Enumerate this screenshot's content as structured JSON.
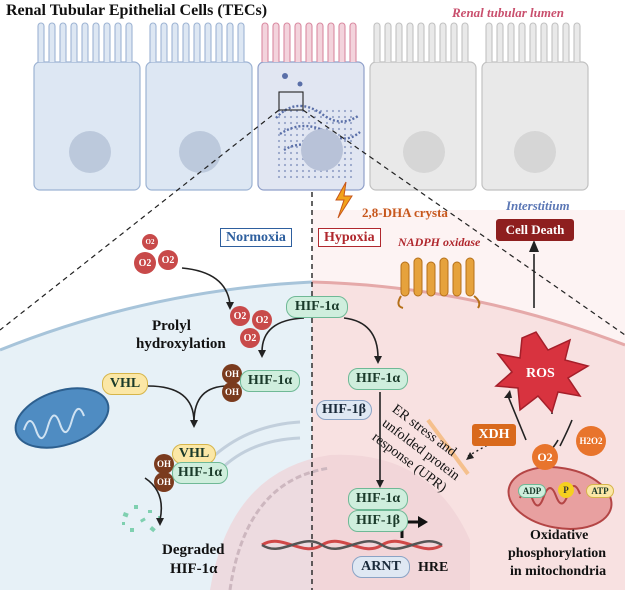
{
  "header": {
    "title": "Renal Tubular Epithelial Cells (TECs)",
    "lumen_label": "Renal tubular lumen",
    "interstitium_label": "Interstitium"
  },
  "trigger": {
    "label": "2,8-DHA crysta"
  },
  "normoxia": {
    "panel_label": "Normoxia",
    "process_label_line1": "Prolyl",
    "process_label_line2": "hydroxylation",
    "oxygen_label": "O2",
    "hif1a": "HIF-1α",
    "hydroxyl": "OH",
    "vhl": "VHL",
    "degraded_line1": "Degraded",
    "degraded_line2": "HIF-1α"
  },
  "hypoxia": {
    "panel_label": "Hypoxia",
    "nadph_label": "NADPH oxidase",
    "hif1a": "HIF-1α",
    "hif1b": "HIF-1β",
    "arnt": "ARNT",
    "hre": "HRE",
    "er_stress_line1": "ER stress and",
    "er_stress_line2": "unfolded protein",
    "er_stress_line3": "response (UPR)",
    "xdh": "XDH",
    "ros": "ROS",
    "o2": "O2",
    "h2o2": "H2O2",
    "adp": "ADP",
    "p": "P",
    "atp": "ATP",
    "cell_death": "Cell Death",
    "oxphos_line1": "Oxidative",
    "oxphos_line2": "phosphorylation",
    "oxphos_line3": "in mitochondria"
  },
  "colors": {
    "normoxia_bg": "#e7f1f7",
    "hypoxia_bg": "#f8e1e1",
    "hif_pill": "#cfeedd",
    "vhl_pill": "#fbe7a6",
    "oxygen": "#c84a4a",
    "hydroxyl": "#7a3b1e",
    "ros": "#d8333f",
    "cell_death": "#8e1f1f",
    "xdh": "#d9691c",
    "lumen_text": "#c94f6d",
    "interstitium_text": "#5b77b5",
    "trigger_text": "#c7561b"
  }
}
